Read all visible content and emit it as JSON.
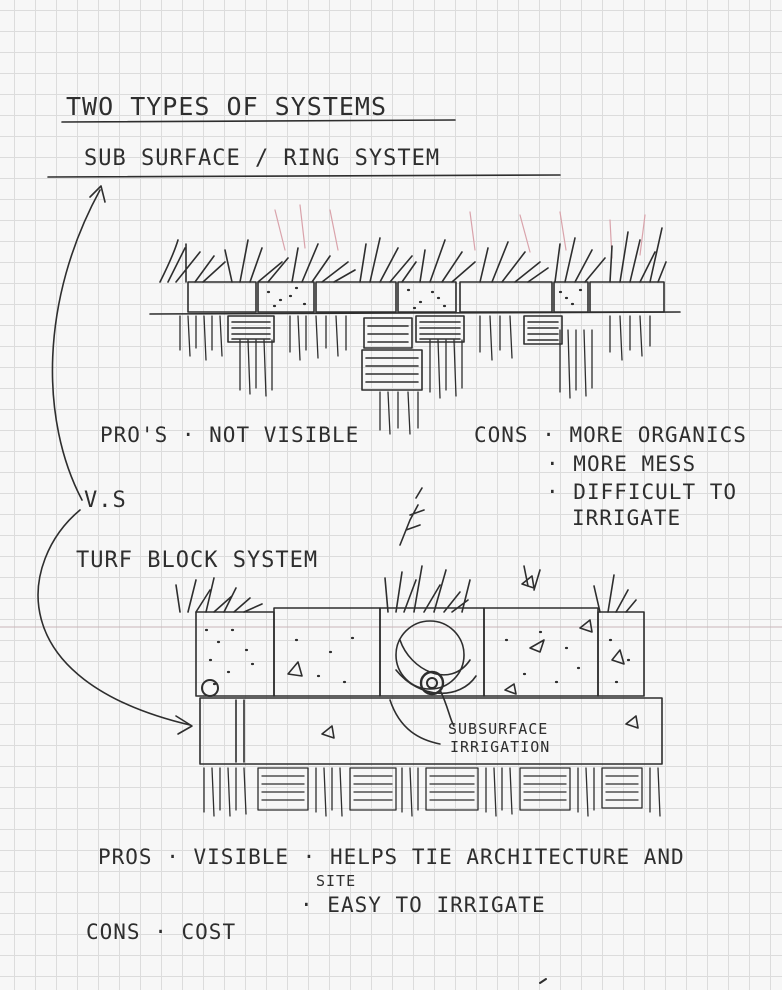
{
  "heading": "TWO TYPES OF SYSTEMS",
  "system_a": {
    "title": "SUB SURFACE / RING SYSTEM",
    "pros_label": "PRO'S",
    "pros": [
      "NOT VISIBLE"
    ],
    "cons_label": "CONS",
    "cons": [
      "MORE ORGANICS",
      "MORE MESS",
      "DIFFICULT TO",
      "IRRIGATE"
    ]
  },
  "versus": "V.S",
  "system_b": {
    "title": "TURF BLOCK SYSTEM",
    "irrigation_label_1": "SUBSURFACE",
    "irrigation_label_2": "IRRIGATION",
    "pros_label": "PROS",
    "pros_1": "VISIBLE",
    "pros_2": "HELPS TIE ARCHITECTURE AND",
    "pros_2b": "SITE",
    "pros_3": "EASY TO IRRIGATE",
    "cons_label": "CONS",
    "cons": [
      "COST"
    ]
  },
  "colors": {
    "ink": "#2e2e2e",
    "grid": "#dcdcdc",
    "red_pencil": "#d99aa3"
  }
}
